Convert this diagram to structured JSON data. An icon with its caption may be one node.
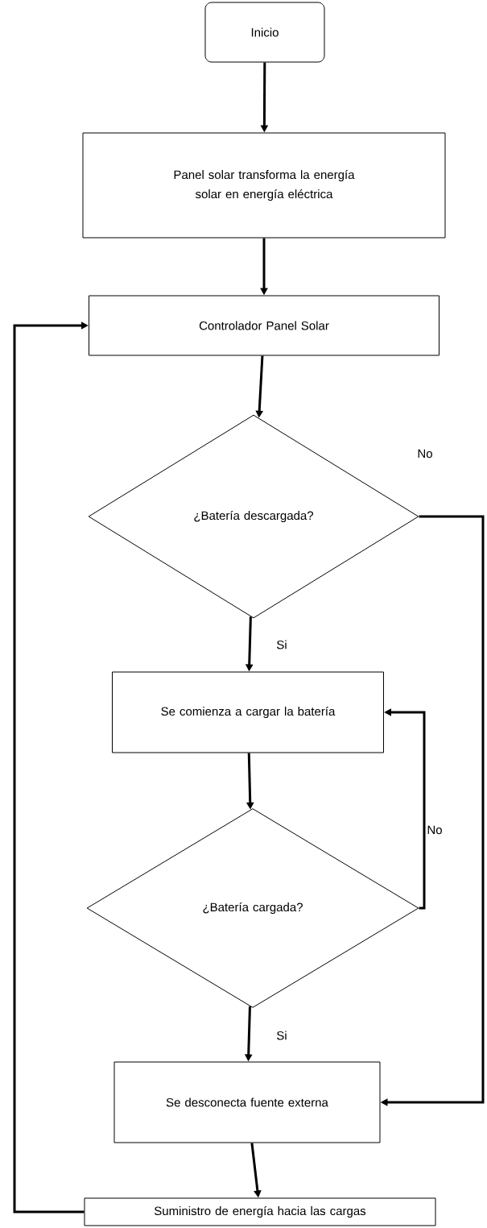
{
  "diagram": {
    "nodes": [
      {
        "text": [
          "Inicio"
        ]
      },
      {
        "text": [
          "Panel solar transforma la energía solar en energía eléctrica"
        ]
      },
      {
        "text": [
          "Controlador Panel Solar"
        ]
      },
      {
        "text": [
          "¿Batería descargada?"
        ]
      },
      {
        "text": [
          "Se comienza a cargar la batería"
        ]
      },
      {
        "text": [
          "¿Batería cargada?"
        ]
      },
      {
        "text": [
          "Se desconecta fuente externa"
        ]
      },
      {
        "text": [
          "Suministro de energía hacia las cargas"
        ]
      }
    ],
    "edges": [
      {
        "from": 0,
        "to": 1,
        "arrow": "to"
      },
      {
        "from": 1,
        "to": 2,
        "arrow": "to"
      },
      {
        "from": 2,
        "to": 3,
        "arrow": "to"
      },
      {
        "from": 3,
        "to": 4,
        "arrow": "to",
        "label": "Si"
      },
      {
        "from": 3,
        "to": 6,
        "arrow": "to",
        "label": "No"
      },
      {
        "from": 4,
        "to": 5,
        "arrow": "to"
      },
      {
        "from": 5,
        "to": 4,
        "arrow": "to",
        "label": "No"
      },
      {
        "from": 5,
        "to": 6,
        "arrow": "to",
        "label": "Si"
      },
      {
        "from": 6,
        "to": 7,
        "arrow": "to"
      },
      {
        "from": 7,
        "to": 2,
        "arrow": "to"
      }
    ]
  }
}
